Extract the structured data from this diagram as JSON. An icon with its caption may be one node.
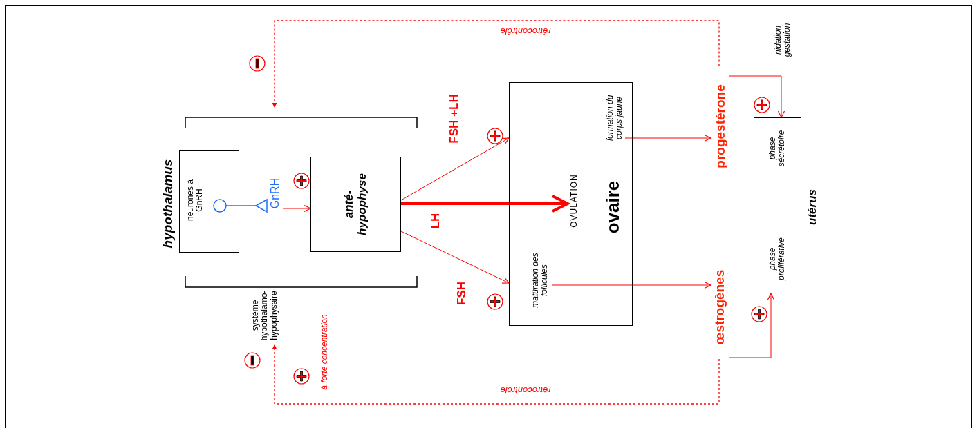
{
  "diagram": {
    "nodes": [
      {
        "text": [
          "système hypothalamo- hypophysaire"
        ]
      },
      {
        "text": [
          "neurones à GnRH"
        ],
        "beside": [
          "hypothalamus"
        ],
        "in": 0
      },
      {
        "text": [
          "GnRH"
        ],
        "in": 0
      },
      {
        "text": [
          "anté- hypophyse"
        ],
        "in": 0
      },
      {
        "text": [
          "ovaire"
        ]
      },
      {
        "text": [
          "formation du corps jaune"
        ],
        "in": 4
      },
      {
        "text": [
          "OVULATION"
        ],
        "in": 4
      },
      {
        "text": [
          "matûration des follicules"
        ],
        "in": 4
      },
      {
        "text": [
          "progestérone"
        ]
      },
      {
        "text": [
          "œstrogènes"
        ]
      },
      {
        "text": [
          "phase sécrétoire",
          "phase proliférative"
        ],
        "beside": [
          "utérus"
        ]
      }
    ],
    "edges": [
      {
        "from": 2,
        "to": 3,
        "arrow": "to"
      },
      {
        "from": 3,
        "to": 4,
        "arrow": "to",
        "label": "FSH +LH"
      },
      {
        "from": 3,
        "to": 6,
        "arrow": "to",
        "label": "LH",
        "style": "thick"
      },
      {
        "from": 3,
        "to": 4,
        "arrow": "to",
        "label": "FSH"
      },
      {
        "from": 5,
        "to": 8,
        "arrow": "to"
      },
      {
        "from": 7,
        "to": 9,
        "arrow": "to"
      },
      {
        "from": 8,
        "to": 10,
        "arrow": "to"
      },
      {
        "from": 9,
        "to": 10,
        "arrow": "to"
      },
      {
        "from": 8,
        "to": 0,
        "arrow": "to",
        "label": "rétrocontrôle",
        "style": "dashed"
      },
      {
        "from": 9,
        "to": 0,
        "arrow": "to",
        "label": "rétrocontrôle",
        "style": "dashed"
      }
    ],
    "labels": [
      "nidation gestation",
      "à forte concentration"
    ]
  }
}
